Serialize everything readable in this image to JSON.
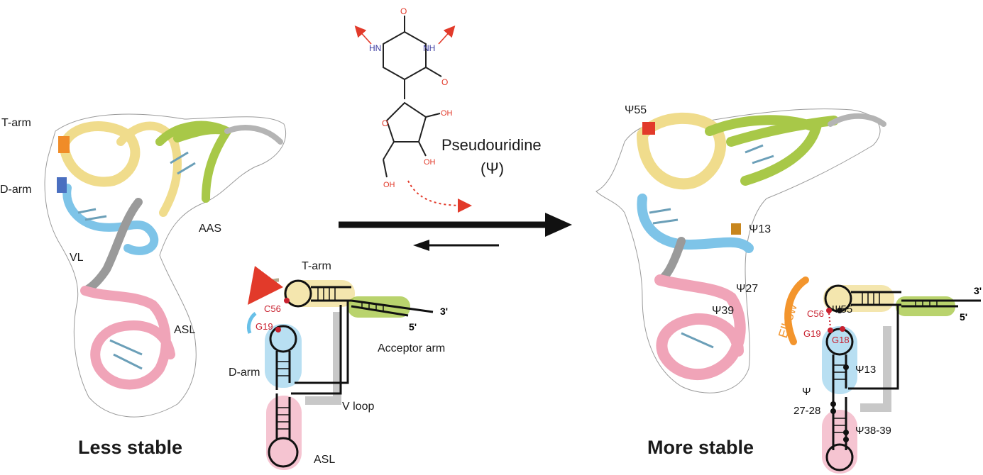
{
  "colors": {
    "t_arm": "#f0dc8c",
    "d_arm": "#7ec4e8",
    "aas": "#a8c848",
    "vl": "#9a9a9a",
    "asl": "#f0a4b8",
    "acceptor_tip": "#b4b4b4",
    "psi55_highlight": "#e23a2a",
    "psi13_highlight": "#c8861e",
    "arrow_red": "#e23a2a",
    "elbow": "#f3952d",
    "nucleotide_red": "#c8202e",
    "equilibrium_arrow": "#111111"
  },
  "molecule": {
    "atoms": {
      "o_top": "O",
      "nh_left": "HN",
      "nh_right": "NH",
      "o_right": "O",
      "o_ring": "O",
      "oh_1": "OH",
      "oh_2": "OH",
      "oh_3": "OH"
    },
    "name": "Pseudouridine",
    "symbol": "(Ψ)"
  },
  "left_structure": {
    "labels": {
      "t_arm": "T-arm",
      "d_arm": "D-arm",
      "aas": "AAS",
      "vl": "VL",
      "asl": "ASL"
    },
    "caption": "Less stable"
  },
  "left_schematic": {
    "labels": {
      "t_arm": "T-arm",
      "c56": "C56",
      "g19": "G19",
      "three_prime": "3'",
      "five_prime": "5'",
      "acceptor_arm": "Acceptor arm",
      "d_arm": "D-arm",
      "v_loop": "V loop",
      "asl": "ASL"
    }
  },
  "right_structure": {
    "labels": {
      "psi55": "Ψ55",
      "psi13": "Ψ13",
      "psi27": "Ψ27",
      "psi39": "Ψ39"
    },
    "caption": "More stable"
  },
  "right_schematic": {
    "labels": {
      "elbow": "Elbow",
      "c56": "C56",
      "psi55": "Ψ55",
      "g19": "G19",
      "g18": "G18",
      "three_prime": "3'",
      "five_prime": "5'",
      "psi13": "Ψ13",
      "psi_27_28_a": "Ψ",
      "psi_27_28_b": "27-28",
      "psi38_39": "Ψ38-39"
    }
  }
}
